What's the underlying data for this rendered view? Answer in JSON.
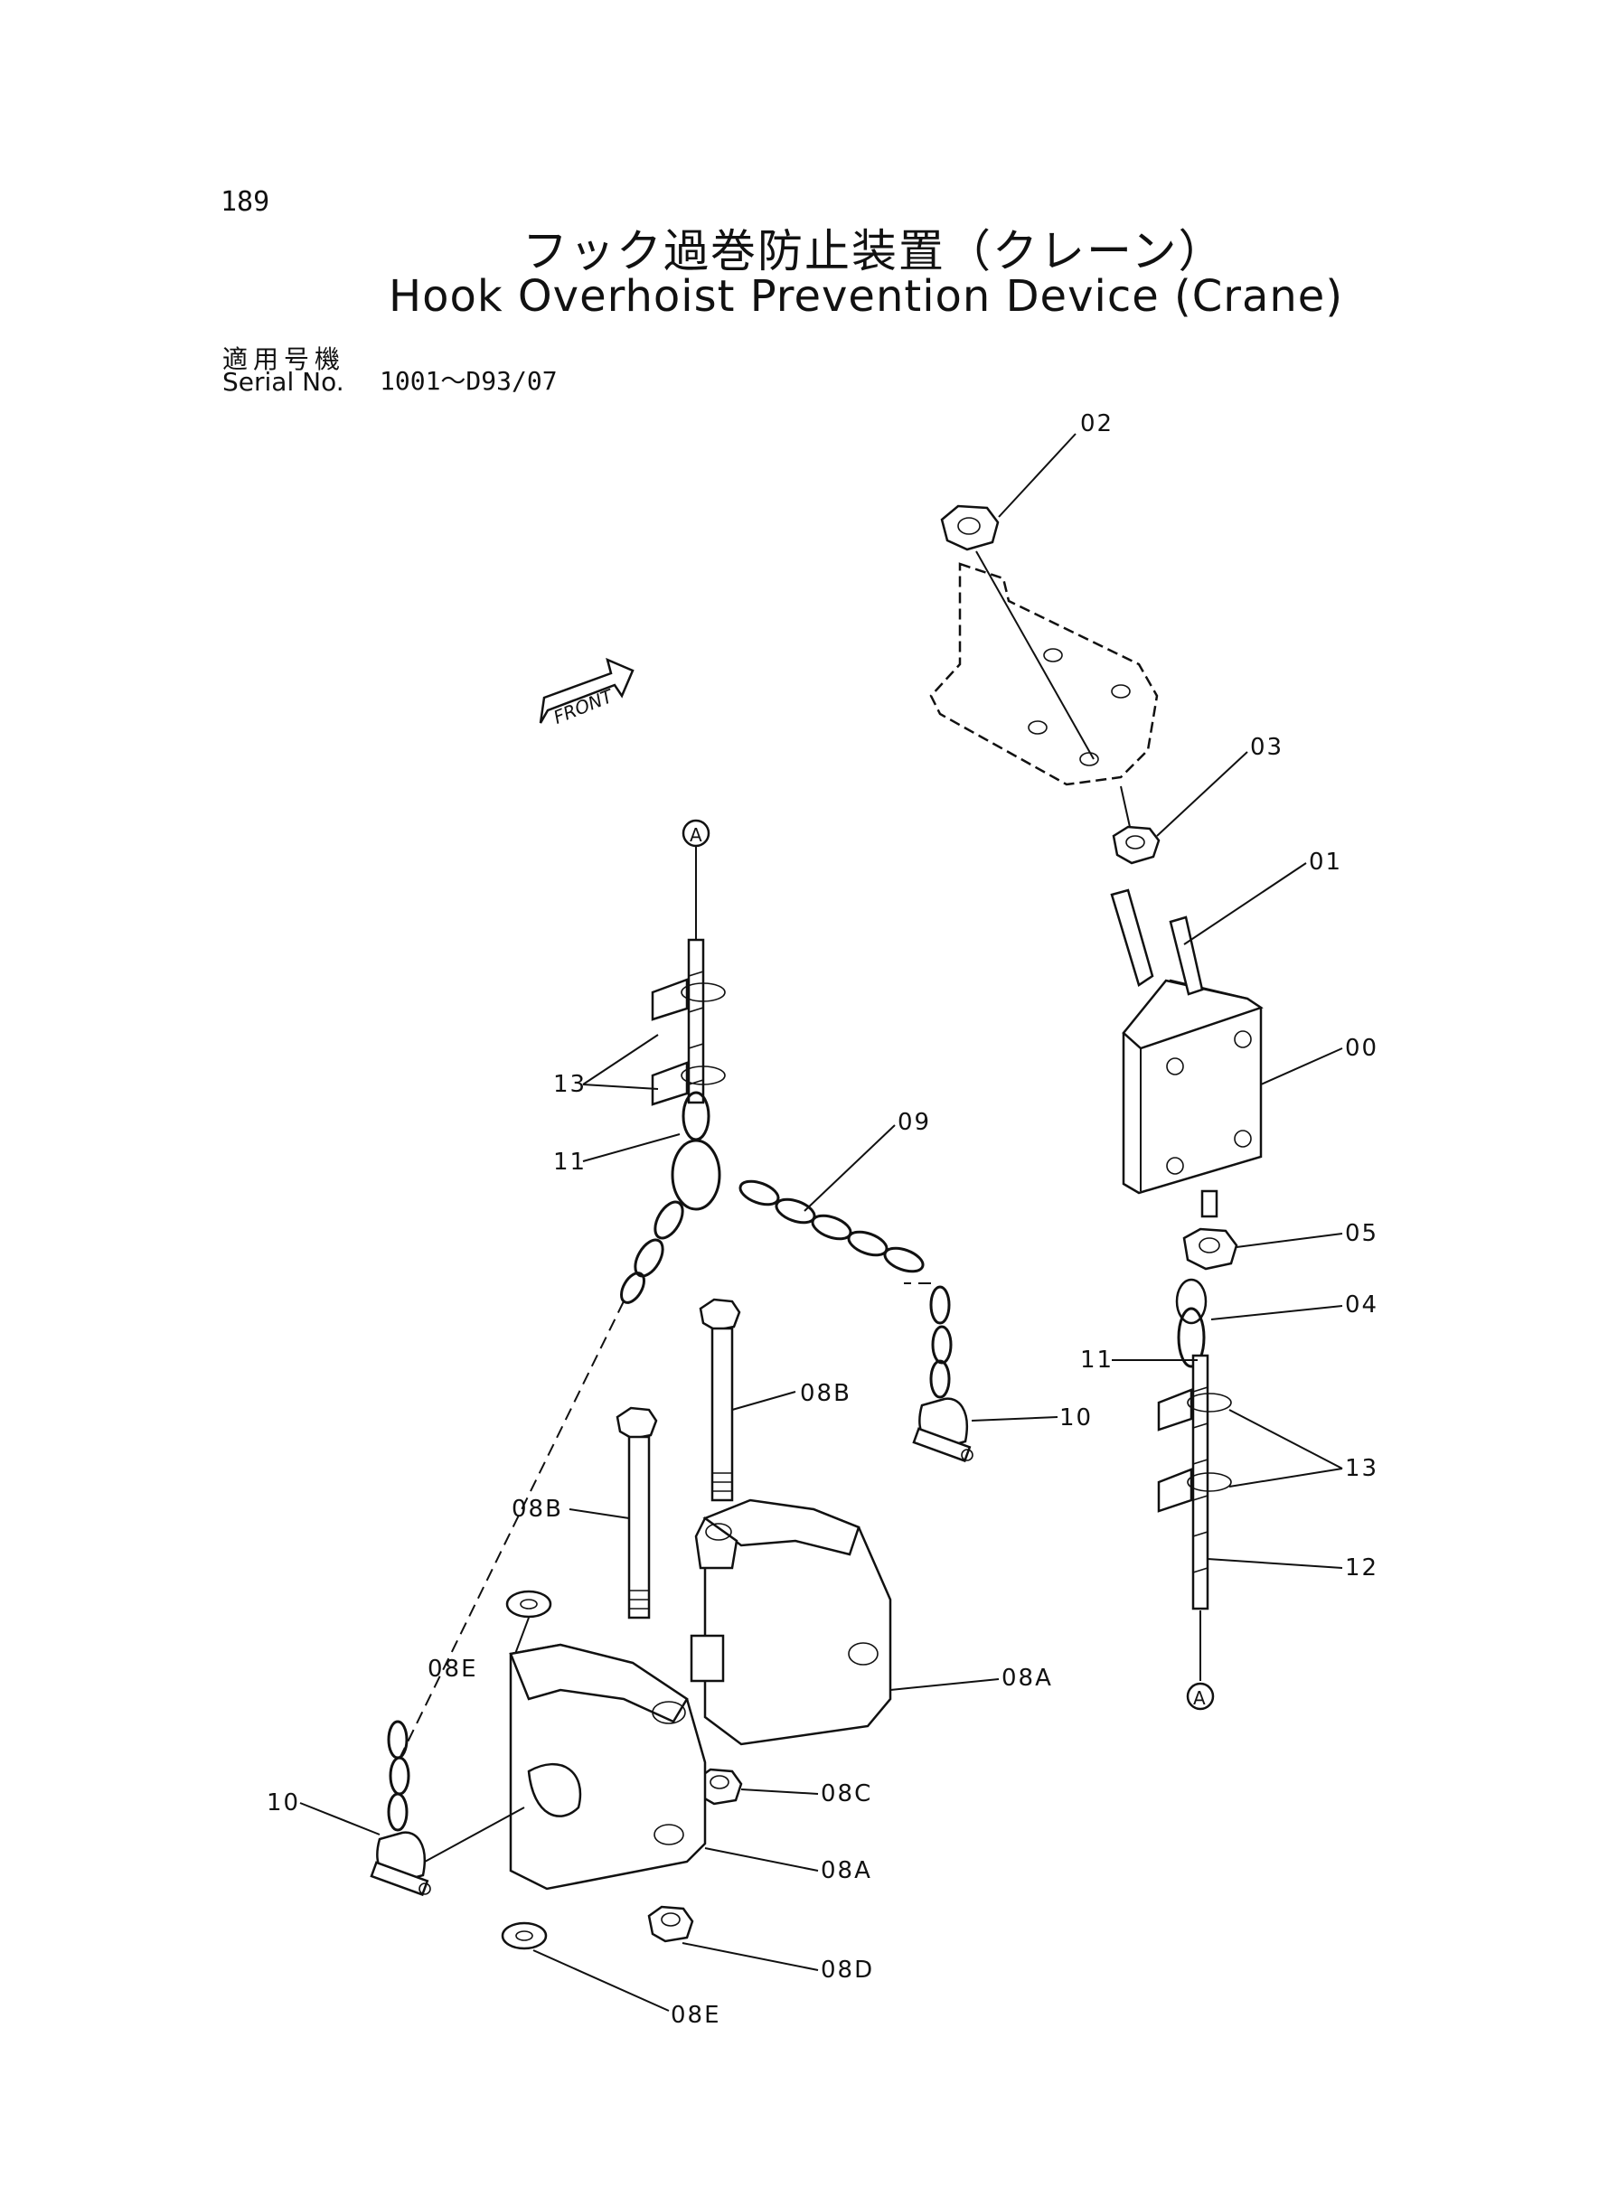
{
  "page_number": "189",
  "title_jp": "フック過巻防止装置（クレーン）",
  "title_en": "Hook Overhoist Prevention Device (Crane)",
  "serial": {
    "label_jp": "適用号機",
    "label_en": "Serial No.",
    "value": "1001～D93/07"
  },
  "front_marker": "FRONT",
  "callouts": {
    "c00": "00",
    "c01": "01",
    "c02": "02",
    "c03": "03",
    "c04": "04",
    "c05": "05",
    "c08a_upper": "08A",
    "c08a_lower": "08A",
    "c08b_upper": "08B",
    "c08b_lower": "08B",
    "c08c": "08C",
    "c08d": "08D",
    "c08e_upper": "08E",
    "c08e_lower": "08E",
    "c09": "09",
    "c10_upper": "10",
    "c10_lower": "10",
    "c11_left": "11",
    "c11_right": "11",
    "c12": "12",
    "c13_left": "13",
    "c13_right": "13"
  },
  "reference_marks": {
    "a_top": "A",
    "a_bottom": "A"
  }
}
